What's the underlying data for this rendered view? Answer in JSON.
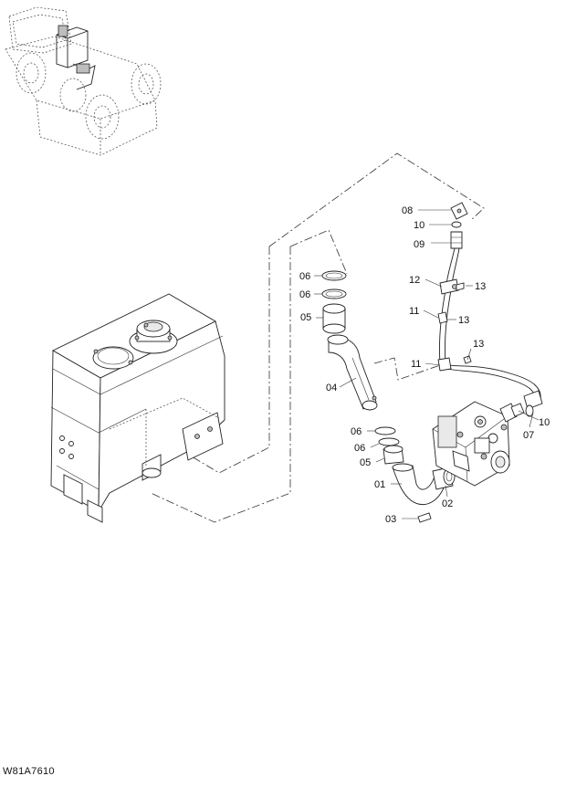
{
  "drawing_code": "W81A7610",
  "callouts": {
    "p08": "08",
    "p10a": "10",
    "p09": "09",
    "p12": "12",
    "p13a": "13",
    "p11a": "11",
    "p13b": "13",
    "p13c": "13",
    "p11b": "11",
    "p10b": "10",
    "p07": "07",
    "p06a": "06",
    "p06b": "06",
    "p05a": "05",
    "p04": "04",
    "p06c": "06",
    "p06d": "06",
    "p05b": "05",
    "p01": "01",
    "p02": "02",
    "p03": "03"
  }
}
